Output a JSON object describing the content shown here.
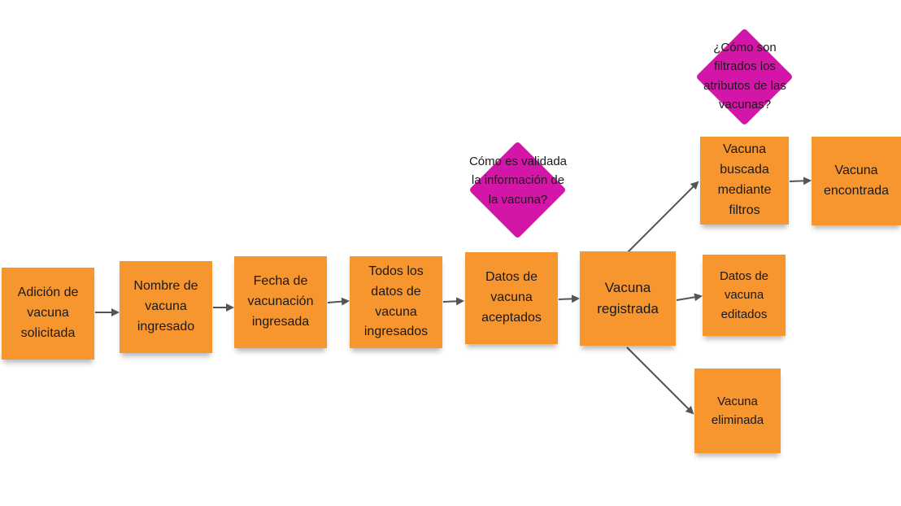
{
  "colors": {
    "note": "#f7952f",
    "question": "#d416a8",
    "arrow": "#555555"
  },
  "notes": {
    "n1": "Adición de vacuna solicitada",
    "n2": "Nombre de vacuna ingresado",
    "n3": "Fecha de vacunación ingresada",
    "n4": "Todos los datos de vacuna ingresados",
    "n5": "Datos de vacuna aceptados",
    "n6": "Vacuna registrada",
    "n7": "Vacuna buscada mediante filtros",
    "n8": "Vacuna encontrada",
    "n9": "Datos de vacuna editados",
    "n10": "Vacuna eliminada"
  },
  "questions": {
    "q1": "Cómo es validada la información de la vacuna?",
    "q2": "¿Cómo son filtrados los atributos de las vacunas?"
  }
}
